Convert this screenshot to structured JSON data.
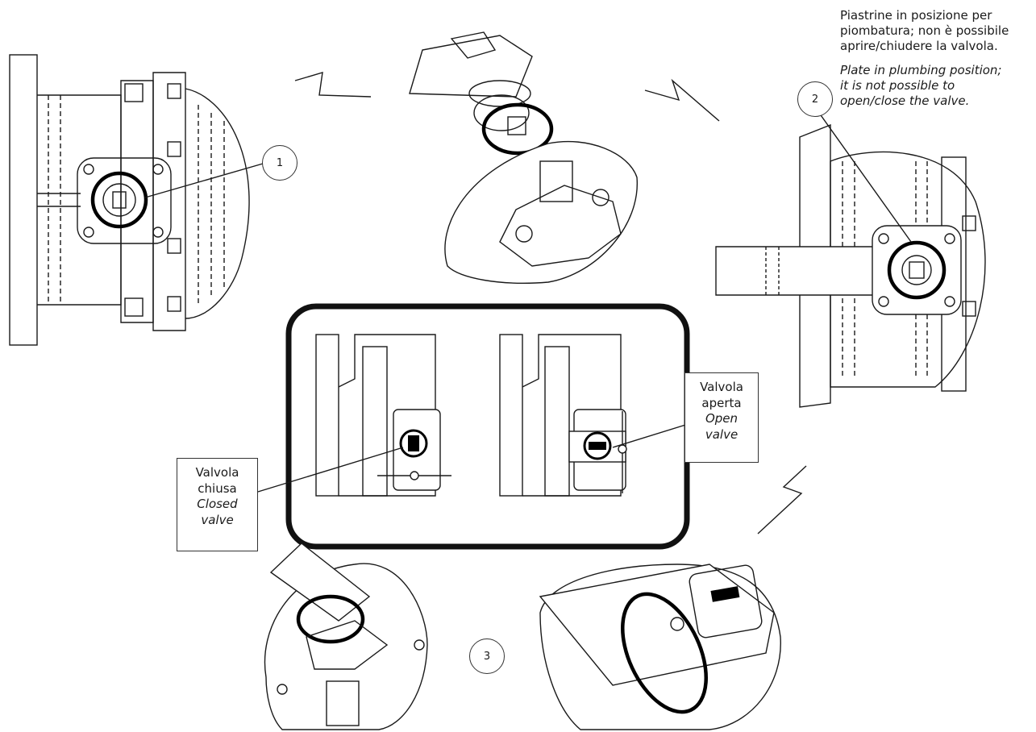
{
  "top_right_note": {
    "it_line1": "Piastrine in posizione per",
    "it_line2": "piombatura; non è possibile",
    "it_line3": "aprire/chiudere la valvola.",
    "en_line1": "Plate in plumbing position;",
    "en_line2": "it is not possible to",
    "en_line3": "open/close the valve."
  },
  "steps": {
    "step1": "1",
    "step2": "2",
    "step3": "3"
  },
  "closed_callout": {
    "it_1": "Valvola",
    "it_2": "chiusa",
    "en_1": "Closed",
    "en_2": "valve"
  },
  "open_callout": {
    "it_1": "Valvola",
    "it_2": "aperta",
    "en_1": "Open",
    "en_2": "valve"
  },
  "colors": {
    "line": "#1a1a1a",
    "fill": "#ffffff",
    "frame": "#111111"
  }
}
